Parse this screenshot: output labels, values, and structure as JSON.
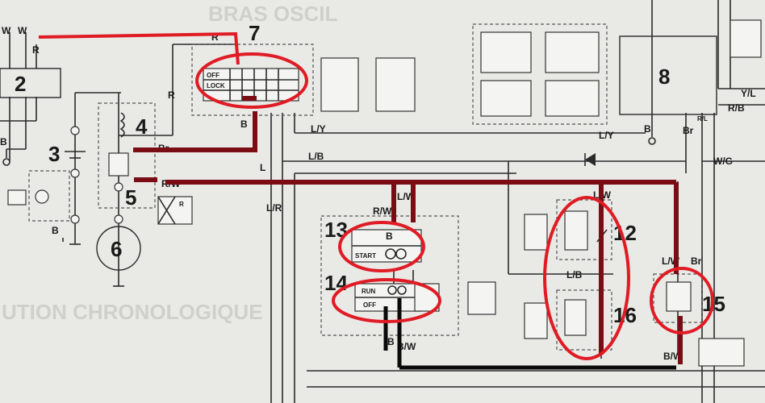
{
  "components": {
    "c2": "2",
    "c3": "3",
    "c4": "4",
    "c5": "5",
    "c6": "6",
    "c7": "7",
    "c8": "8",
    "c12": "12",
    "c13": "13",
    "c14": "14",
    "c15": "15",
    "c16": "16"
  },
  "switch_labels": {
    "main_off": "OFF",
    "main_lock": "LOCK",
    "start": "START",
    "run": "RUN",
    "stop_off": "OFF"
  },
  "wire_labels": {
    "w1": "W",
    "w2": "W",
    "r1": "R",
    "r_top": "R",
    "r_mid": "R",
    "b_left": "B",
    "b_left2": "B",
    "b_mid": "B",
    "b_sw": "B",
    "br_4": "Br",
    "rw": "R/W",
    "ly_1": "L/Y",
    "ly_2": "L/Y",
    "yl": "Y/L",
    "rb": "R/B",
    "rl": "R/L",
    "lb_1": "L/B",
    "lb_2": "L/B",
    "l": "L",
    "lr": "L/R",
    "lw_13": "L/W",
    "rw_13": "R/W",
    "b_13": "B",
    "lw_12": "L/W",
    "lw_15": "L/W",
    "br_15": "Br",
    "b_8": "B",
    "br_8": "Br",
    "wg": "W/G",
    "bw_bottom": "B/W",
    "bw_15": "B/W",
    "b_14": "B"
  },
  "faint_text": {
    "header1": "BRAS OSCIL",
    "header2": "UTION CHRONOLOGIQUE"
  },
  "highlight_colors": {
    "circle": "#e01b24",
    "drawn_wire": "#7a0c14",
    "ground_wire": "#0a0a0a"
  }
}
